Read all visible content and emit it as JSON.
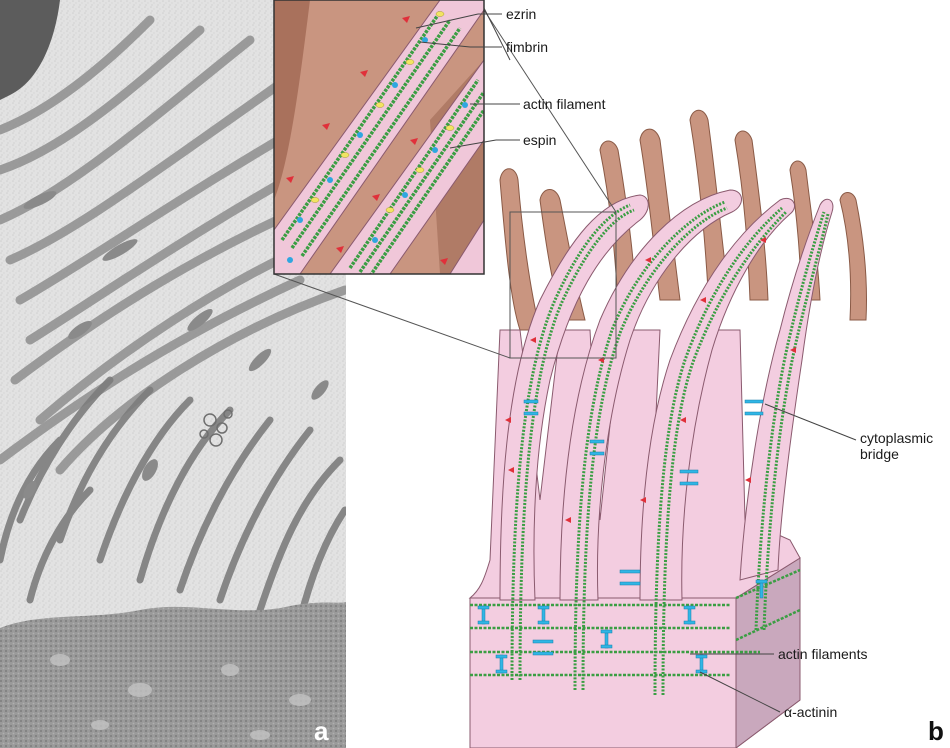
{
  "panels": {
    "a": {
      "letter": "a"
    },
    "b": {
      "letter": "b"
    }
  },
  "labels": {
    "ezrin": "ezrin",
    "fimbrin": "fimbrin",
    "actin_filament": "actin filament",
    "espin": "espin",
    "cytoplasmic_bridge_line1": "cytoplasmic",
    "cytoplasmic_bridge_line2": "bridge",
    "actin_filaments": "actin filaments",
    "alpha_actinin": "α-actinin"
  },
  "colors": {
    "micrograph_background": "#e4e4e4",
    "microvillus_gray": "#8f8f8f",
    "cytoplasm_pink": "#f2c9dc",
    "microvillus_tan": "#c9957d",
    "actin_green": "#4caf50",
    "alpha_actinin_cyan": "#2fb6e6",
    "ezrin_red": "#e0303a",
    "espin_yellow": "#f2e463"
  }
}
